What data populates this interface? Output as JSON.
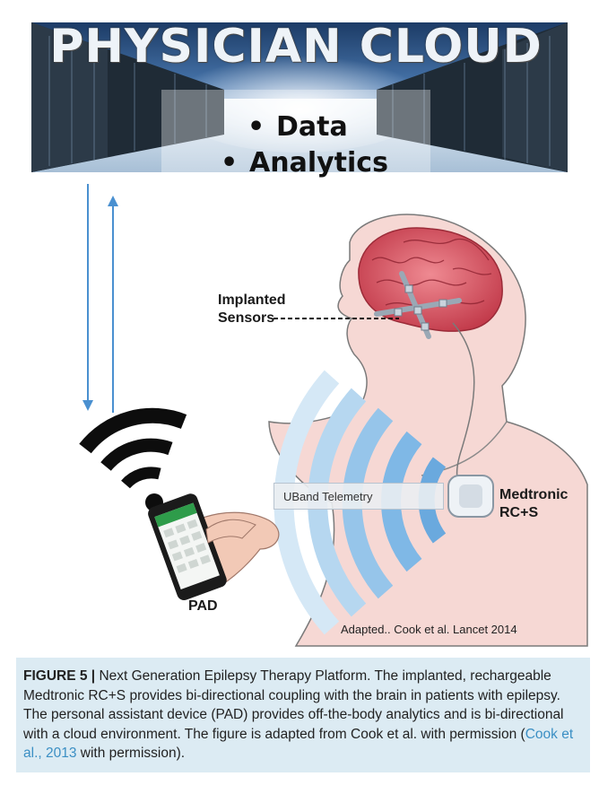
{
  "figure": {
    "cloud_title": "PHYSICIAN CLOUD",
    "cloud_bullets": [
      "Data",
      "Analytics"
    ],
    "labels": {
      "implanted_sensors_line1": "Implanted",
      "implanted_sensors_line2": "Sensors",
      "device_line1": "Medtronic",
      "device_line2": "RC+S",
      "telemetry": "UBand Telemetry",
      "pad": "PAD",
      "credit": "Adapted.. Cook et al. Lancet 2014"
    }
  },
  "caption": {
    "figure_label": "FIGURE 5 |",
    "text_before_ref": " Next Generation Epilepsy Therapy Platform. The implanted, rechargeable Medtronic RC+S provides bi-directional coupling with the brain in patients with epilepsy. The personal assistant device (PAD) provides off-the-body analytics and is bi-directional with a cloud environment. The figure is adapted from Cook et al. with permission (",
    "reference": "Cook et al., 2013",
    "text_after_ref": " with permission)."
  },
  "colors": {
    "caption_bg": "#dcebf3",
    "arrow": "#4a90d0",
    "skin": "#f6d8d4",
    "brain": "#d9535f",
    "waves": "#7fb8e6",
    "reference_link": "#3b8fc4"
  }
}
